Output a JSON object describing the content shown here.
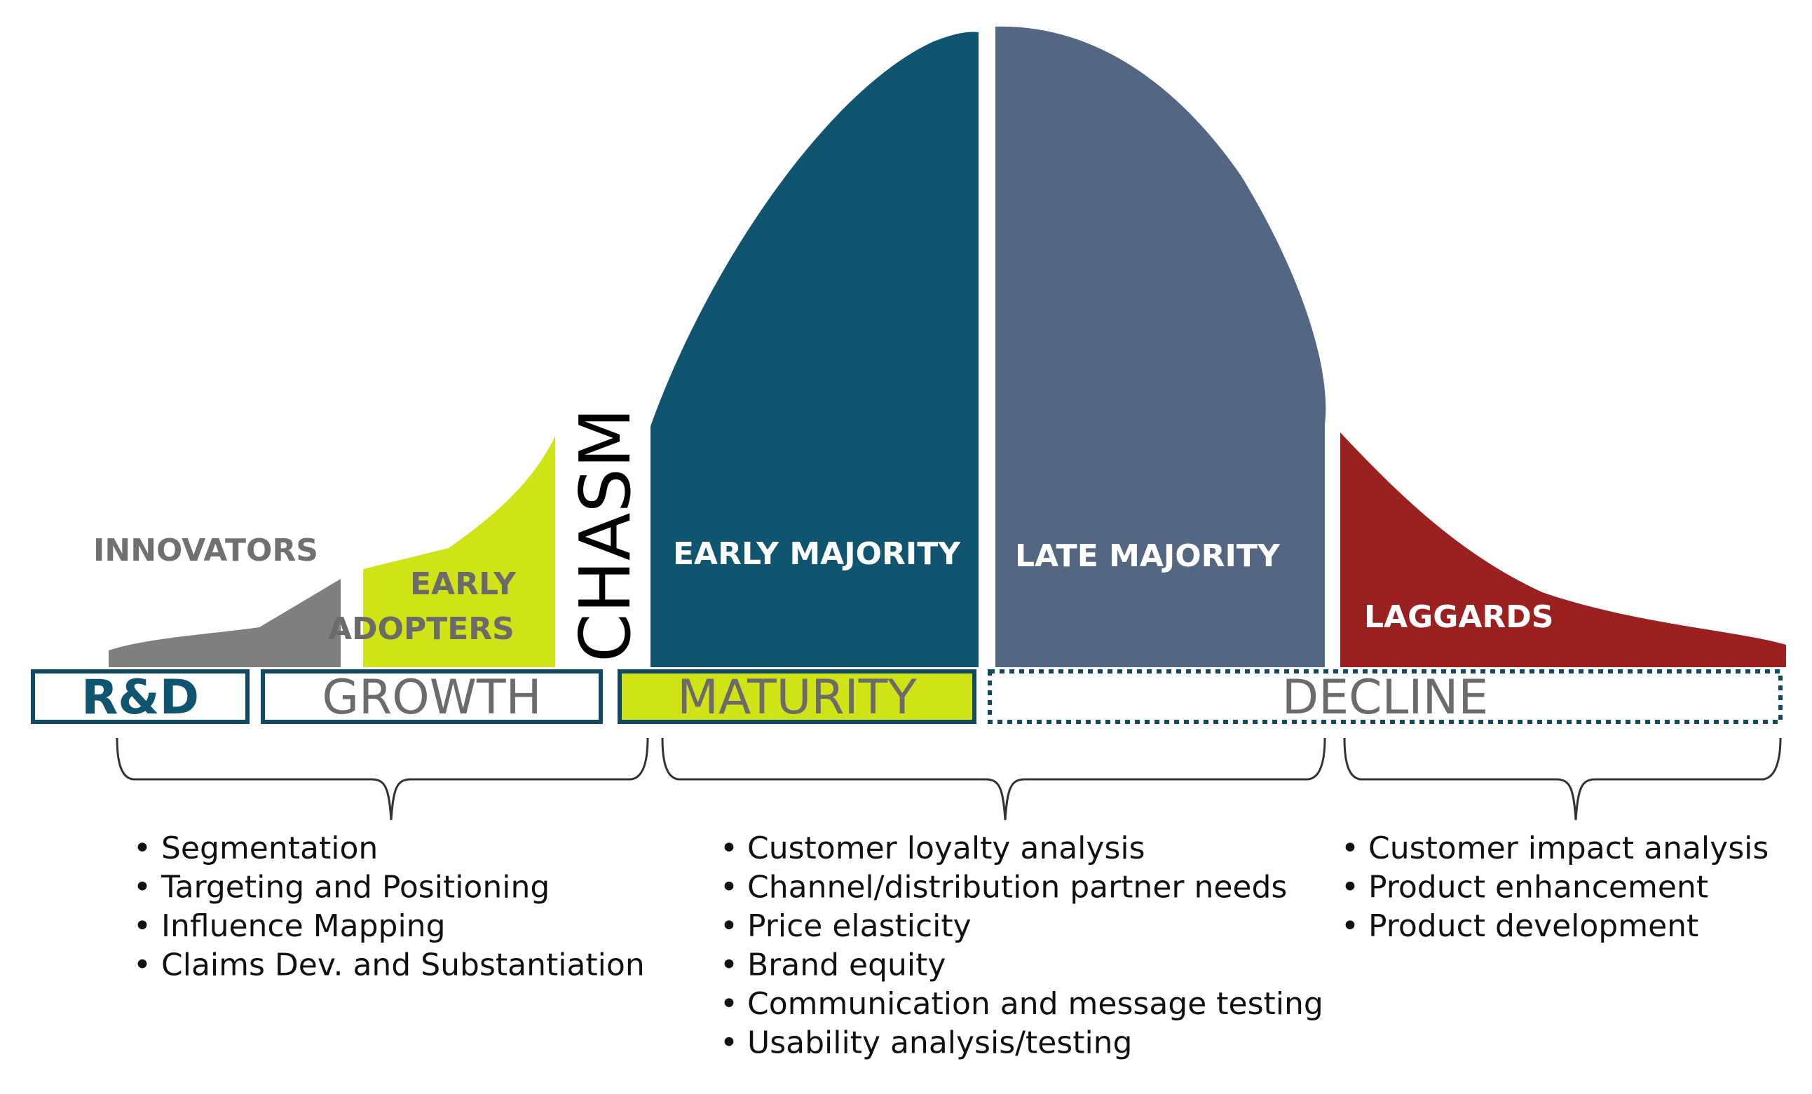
{
  "segments": {
    "innovators": {
      "label": "INNOVATORS",
      "color": "#7f7f7f",
      "label_color": "#707070"
    },
    "early_adopters": {
      "line1": "EARLY",
      "line2": "ADOPTERS",
      "color": "#cfe317",
      "label_color": "#6b6b6b"
    },
    "chasm": {
      "label": "CHASM",
      "label_color": "#000000"
    },
    "early_majority": {
      "label": "EARLY MAJORITY",
      "color": "#0f5570",
      "label_color": "#ffffff"
    },
    "late_majority": {
      "label": "LATE MAJORITY",
      "color": "#536782",
      "label_color": "#ffffff"
    },
    "laggards": {
      "label": "LAGGARDS",
      "color": "#9b2020",
      "label_color": "#ffffff"
    }
  },
  "stages": {
    "rd": {
      "label": "R&D",
      "border_color": "#0f4a62",
      "label_color": "#0f5570"
    },
    "growth": {
      "label": "GROWTH",
      "border_color": "#0f4a62",
      "label_color": "#6b6b6b"
    },
    "maturity": {
      "label": "MATURITY",
      "border_color": "#0f4a62",
      "fill": "#cfe317",
      "label_color": "#6b6b6b"
    },
    "decline": {
      "label": "DECLINE",
      "border_color": "#0f4a62",
      "border_style": "dotted",
      "label_color": "#6b6b6b"
    }
  },
  "bullet_groups": [
    {
      "id": "growth-group",
      "items": [
        "Segmentation",
        "Targeting and Positioning",
        "Influence Mapping",
        "Claims Dev. and Substantiation"
      ]
    },
    {
      "id": "maturity-group",
      "items": [
        "Customer loyalty analysis",
        "Channel/distribution partner needs",
        "Price elasticity",
        "Brand equity",
        "Communication and message testing",
        "Usability analysis/testing"
      ]
    },
    {
      "id": "decline-group",
      "items": [
        "Customer impact analysis",
        "Product enhancement",
        "Product development"
      ]
    }
  ],
  "bullet_symbol": "•"
}
